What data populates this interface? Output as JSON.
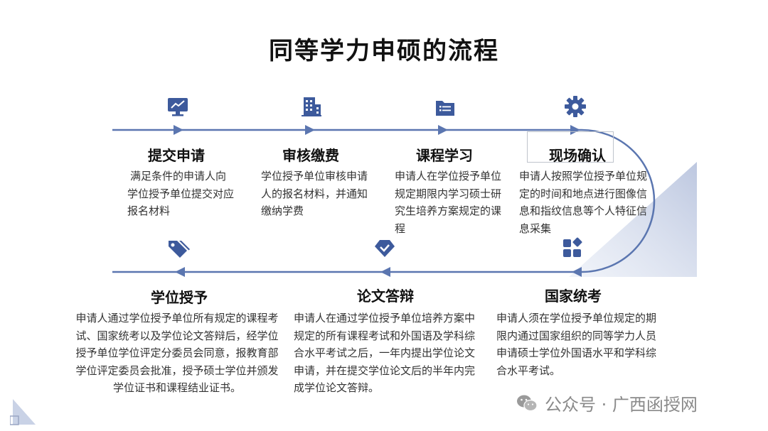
{
  "title": "同等学力申硕的流程",
  "steps": [
    {
      "title": "提交申请",
      "desc": "满足条件的申请人向学位授予单位提交对应报名材料",
      "icon": "monitor-chart-icon"
    },
    {
      "title": "审核缴费",
      "desc": "学位授予单位审核申请人的报名材料，并通知缴纳学费",
      "icon": "building-icon"
    },
    {
      "title": "课程学习",
      "desc": "申请人在学位授予单位规定期限内学习硕士研究生培养方案规定的课程",
      "icon": "folder-list-icon"
    },
    {
      "title": "现场确认",
      "desc": "申请人按照学位授予单位规定的时间和地点进行图像信息和指纹信息等个人特征信息采集",
      "icon": "gear-icon"
    },
    {
      "title": "国家统考",
      "desc": "申请人须在学位授予单位规定的期限内通过国家组织的同等学力人员申请硕士学位外国语水平和学科综合水平考试。",
      "icon": "apps-grid-icon"
    },
    {
      "title": "论文答辩",
      "desc": "申请人在通过学位授予单位培养方案中规定的所有课程考试和外国语及学科综合水平考试之后，一年内提出学位论文申请，并在提交学位论文后的半年内完成学位论文答辩。",
      "icon": "check-badge-icon"
    },
    {
      "title": "学位授予",
      "desc": "申请人通过学位授予单位所有规定的课程考试、国家统考以及学位论文答辩后，经学位授予单位学位评定分委员会同意，报教育部学位评定委员会批准，授予硕士学位并颁发学位证书和课程结业证书。",
      "icon": "tags-icon"
    }
  ],
  "watermark": {
    "text": "公众号 · 广西函授网",
    "icon": "wechat-icon"
  },
  "colors": {
    "accent": "#3d5a9c",
    "line": "#5b76b0",
    "shade": "#c9d2e6"
  }
}
